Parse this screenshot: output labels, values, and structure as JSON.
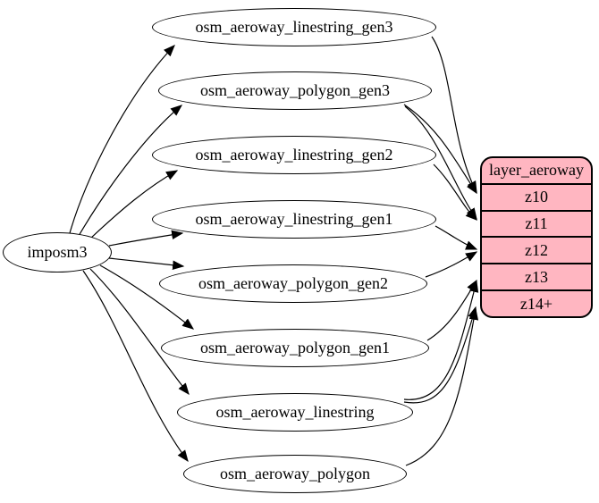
{
  "diagram": {
    "title": "layer_aeroway ETL graph",
    "type": "graphviz-digraph",
    "colors": {
      "record_fill": "#FFB6C1",
      "node_fill": "#ffffff",
      "stroke": "#000000",
      "background": "#ffffff"
    }
  },
  "source_node": {
    "label": "imposm3"
  },
  "nodes": [
    {
      "label": "osm_aeroway_linestring_gen3"
    },
    {
      "label": "osm_aeroway_polygon_gen3"
    },
    {
      "label": "osm_aeroway_linestring_gen2"
    },
    {
      "label": "osm_aeroway_linestring_gen1"
    },
    {
      "label": "osm_aeroway_polygon_gen2"
    },
    {
      "label": "osm_aeroway_polygon_gen1"
    },
    {
      "label": "osm_aeroway_linestring"
    },
    {
      "label": "osm_aeroway_polygon"
    }
  ],
  "record": {
    "title": "layer_aeroway",
    "rows": [
      "z10",
      "z11",
      "z12",
      "z13",
      "z14+"
    ]
  },
  "edges": [
    {
      "from": "imposm3",
      "to": "osm_aeroway_linestring_gen3"
    },
    {
      "from": "imposm3",
      "to": "osm_aeroway_polygon_gen3"
    },
    {
      "from": "imposm3",
      "to": "osm_aeroway_linestring_gen2"
    },
    {
      "from": "imposm3",
      "to": "osm_aeroway_linestring_gen1"
    },
    {
      "from": "imposm3",
      "to": "osm_aeroway_polygon_gen2"
    },
    {
      "from": "imposm3",
      "to": "osm_aeroway_polygon_gen1"
    },
    {
      "from": "imposm3",
      "to": "osm_aeroway_linestring"
    },
    {
      "from": "imposm3",
      "to": "osm_aeroway_polygon"
    },
    {
      "from": "osm_aeroway_linestring_gen3",
      "to": "layer_aeroway:z10"
    },
    {
      "from": "osm_aeroway_polygon_gen3",
      "to": "layer_aeroway:z10"
    },
    {
      "from": "osm_aeroway_polygon_gen3",
      "to": "layer_aeroway:z11"
    },
    {
      "from": "osm_aeroway_linestring_gen2",
      "to": "layer_aeroway:z11"
    },
    {
      "from": "osm_aeroway_linestring_gen1",
      "to": "layer_aeroway:z12"
    },
    {
      "from": "osm_aeroway_polygon_gen2",
      "to": "layer_aeroway:z12"
    },
    {
      "from": "osm_aeroway_polygon_gen1",
      "to": "layer_aeroway:z13"
    },
    {
      "from": "osm_aeroway_linestring",
      "to": "layer_aeroway:z13"
    },
    {
      "from": "osm_aeroway_linestring",
      "to": "layer_aeroway:z14+"
    },
    {
      "from": "osm_aeroway_polygon",
      "to": "layer_aeroway:z14+"
    }
  ]
}
